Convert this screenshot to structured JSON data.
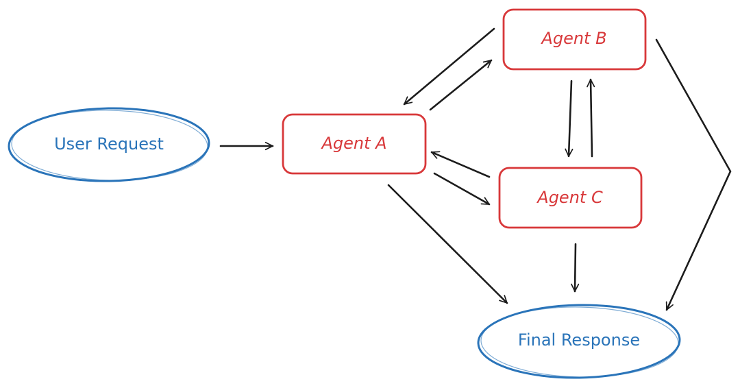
{
  "colors": {
    "terminal": "#2a74b9",
    "agent": "#d8383a",
    "arrow": "#1c1c1c",
    "background": "#ffffff"
  },
  "nodes": {
    "user_request": {
      "label": "User Request",
      "shape": "ellipse"
    },
    "agent_a": {
      "label": "Agent A",
      "shape": "rounded-rect"
    },
    "agent_b": {
      "label": "Agent B",
      "shape": "rounded-rect"
    },
    "agent_c": {
      "label": "Agent C",
      "shape": "rounded-rect"
    },
    "final_response": {
      "label": "Final Response",
      "shape": "ellipse"
    }
  },
  "edges": [
    {
      "from": "user_request",
      "to": "agent_a"
    },
    {
      "from": "agent_a",
      "to": "agent_b"
    },
    {
      "from": "agent_b",
      "to": "agent_a"
    },
    {
      "from": "agent_a",
      "to": "agent_c"
    },
    {
      "from": "agent_c",
      "to": "agent_a"
    },
    {
      "from": "agent_b",
      "to": "agent_c"
    },
    {
      "from": "agent_c",
      "to": "agent_b"
    },
    {
      "from": "agent_a",
      "to": "final_response"
    },
    {
      "from": "agent_c",
      "to": "final_response"
    },
    {
      "from": "agent_b",
      "to": "final_response"
    }
  ]
}
